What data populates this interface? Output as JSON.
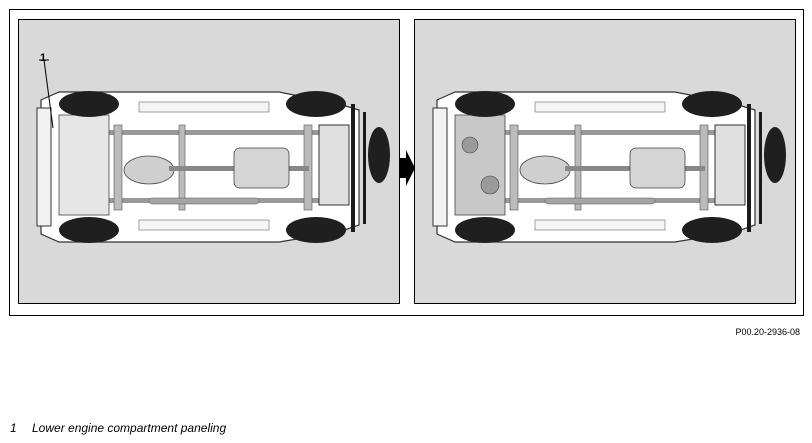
{
  "figure": {
    "reference_code": "P00.20-2936-08",
    "callouts": [
      {
        "number": "1"
      }
    ],
    "legend": [
      {
        "number": "1",
        "text": "Lower engine compartment paneling"
      }
    ]
  },
  "colors": {
    "panel_bg": "#d9d9d9",
    "highlight_dark": "#1a1a1a",
    "tire": "#1f1f1f",
    "chassis_fill": "#ffffff",
    "chassis_shade": "#b5b5b5"
  },
  "icons": {
    "transition": "arrow-right-icon"
  }
}
